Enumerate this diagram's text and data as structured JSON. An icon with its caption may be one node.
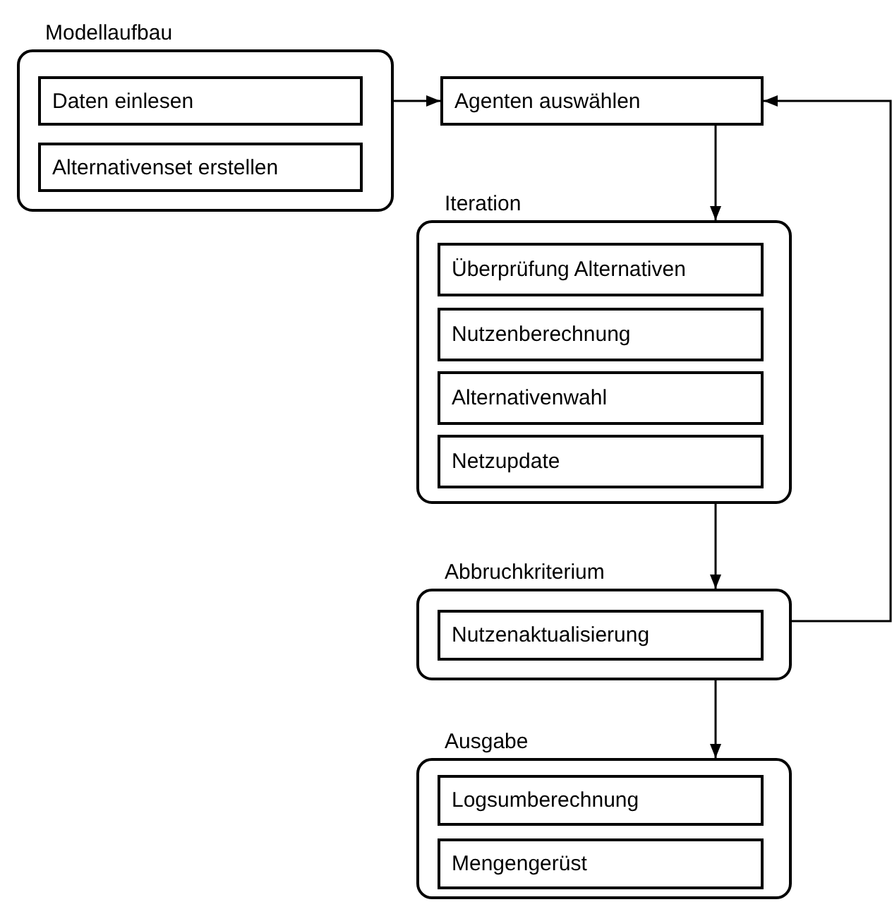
{
  "diagram": {
    "nodes": [
      {
        "text": [
          "Modellaufbau"
        ]
      },
      {
        "text": [
          "Daten einlesen"
        ],
        "in": 0
      },
      {
        "text": [
          "Alternativenset erstellen"
        ],
        "in": 0
      },
      {
        "text": [
          "Agenten auswählen"
        ]
      },
      {
        "text": [
          "Iteration"
        ]
      },
      {
        "text": [
          "Überprüfung Alternativen"
        ],
        "in": 4
      },
      {
        "text": [
          "Nutzenberechnung"
        ],
        "in": 4
      },
      {
        "text": [
          "Alternativenwahl"
        ],
        "in": 4
      },
      {
        "text": [
          "Netzupdate"
        ],
        "in": 4
      },
      {
        "text": [
          "Abbruchkriterium"
        ]
      },
      {
        "text": [
          "Nutzenaktualisierung"
        ],
        "in": 9
      },
      {
        "text": [
          "Ausgabe"
        ]
      },
      {
        "text": [
          "Logsumberechnung"
        ],
        "in": 11
      },
      {
        "text": [
          "Mengengerüst"
        ],
        "in": 11
      }
    ],
    "edges": [
      {
        "from": 0,
        "to": 3,
        "arrow": "to"
      },
      {
        "from": 3,
        "to": 4,
        "arrow": "to"
      },
      {
        "from": 4,
        "to": 9,
        "arrow": "to"
      },
      {
        "from": 9,
        "to": 11,
        "arrow": "to"
      },
      {
        "from": 9,
        "to": 3,
        "arrow": "to"
      }
    ]
  }
}
